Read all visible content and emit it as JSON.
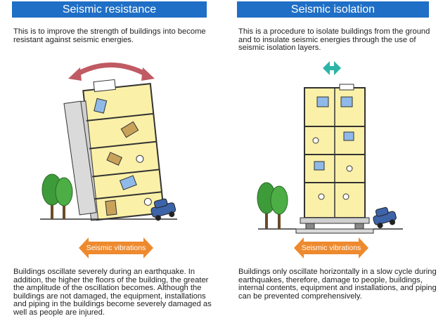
{
  "left": {
    "title": "Seismic resistance",
    "intro": "This is to improve the strength of buildings into become resistant against seismic energies.",
    "vibration_label": "Seismic vibrations",
    "description": "Buildings oscillate severely during an earthquake. In addition, the higher the floors of the building, the greater the amplitude of the oscillation becomes. Although the buildings are not damaged, the equipment, installations and piping in the buildings become severely damaged as well as people are injured."
  },
  "right": {
    "title": "Seismic isolation",
    "intro": "This is a procedure to isolate buildings from the ground and to insulate seismic energies through the use of seismic isolation layers.",
    "vibration_label": "Seismic vibrations",
    "description": "Buildings only oscillate horizontally in a slow cycle during earthquakes, therefore, damage to people, buildings, internal contents, equipment and installations, and piping can be prevented comprehensively."
  },
  "colors": {
    "header_bg": "#1f6fc6",
    "vibration_arrow": "#ee8a2e",
    "sway_arrow": "#c05a63",
    "isolation_arrow": "#2bb5a6",
    "building_interior": "#fbf0a8"
  }
}
